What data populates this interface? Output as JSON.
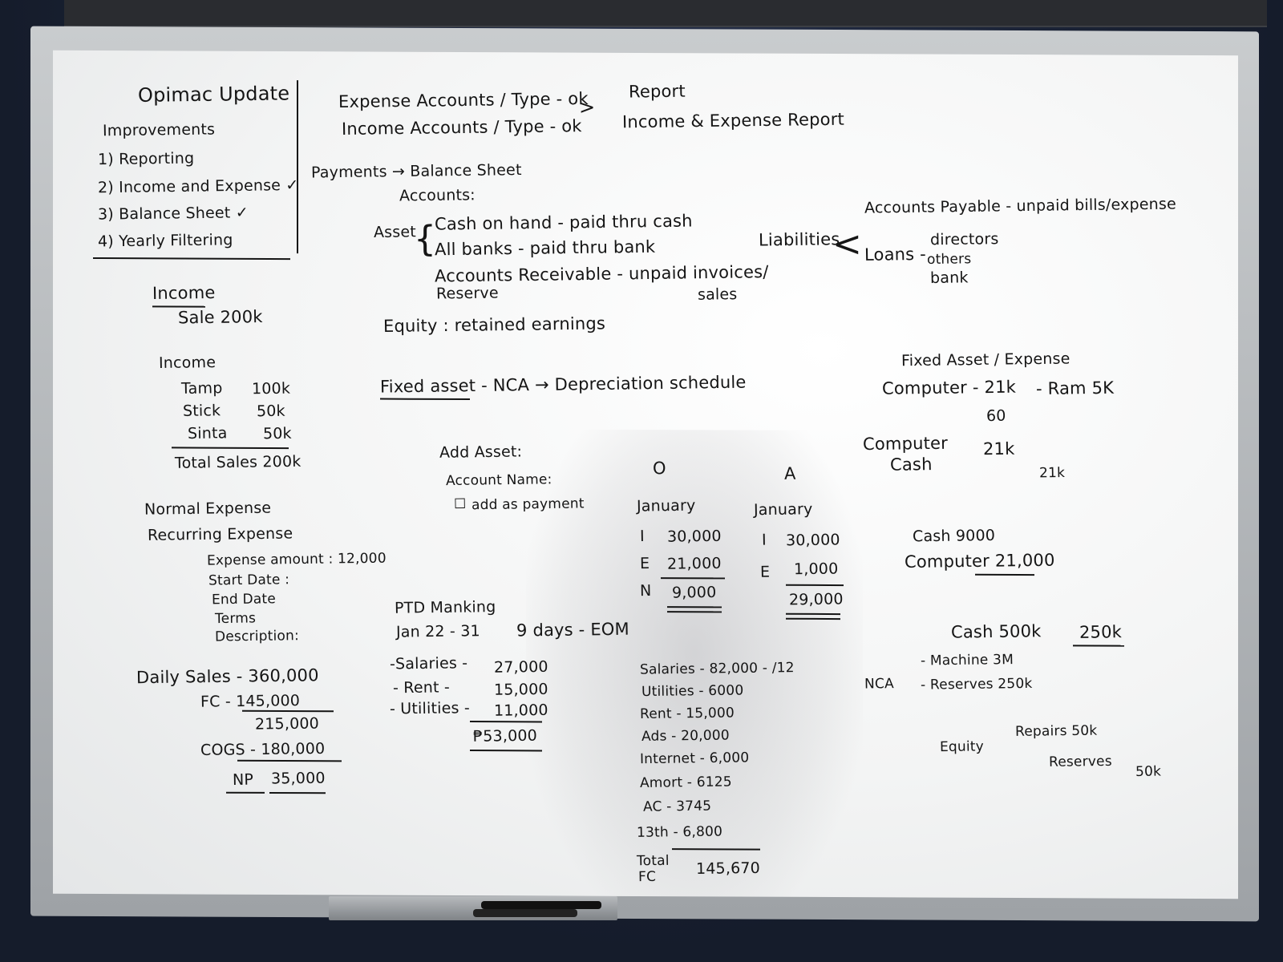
{
  "board": {
    "header": {
      "title": "Opimac Update",
      "improvements": "Improvements",
      "items": [
        "1) Reporting",
        "2) Income and Expense ✓",
        "3) Balance Sheet ✓",
        "4) Yearly Filtering"
      ]
    },
    "top": {
      "expense_accounts": "Expense Accounts / Type - ok",
      "income_accounts": "Income Accounts / Type - ok",
      "report": "Report",
      "report_name": "Income & Expense Report"
    },
    "payments": {
      "line1": "Payments → Balance Sheet",
      "line2": "Accounts:",
      "asset": "Asset",
      "asset_items": [
        "Cash on hand - paid thru cash",
        "All banks - paid thru bank",
        "Accounts Receivable - unpaid invoices/",
        "Reserve"
      ],
      "sales": "sales",
      "equity": "Equity : retained earnings"
    },
    "liabilities": {
      "label": "Liabilities",
      "ap": "Accounts Payable - unpaid bills/expense",
      "loans": "Loans -",
      "loan_items": [
        "directors",
        "others",
        "bank"
      ]
    },
    "income1": {
      "title": "Income",
      "line": "Sale   200k"
    },
    "income2": {
      "title": "Income",
      "rows": [
        [
          "Tamp",
          "100k"
        ],
        [
          "Stick",
          "50k"
        ],
        [
          "Sinta",
          "50k"
        ]
      ],
      "total": "Total Sales   200k"
    },
    "fixed_asset": {
      "line": "Fixed asset - NCA → Depreciation schedule",
      "add_asset": "Add Asset:",
      "account_name": "Account Name:",
      "checkbox": "add as payment"
    },
    "right_fixed": {
      "header": "Fixed Asset  /  Expense",
      "computer": "Computer - 21k",
      "ram": "- Ram  5K",
      "sixty": "60",
      "computer2": "Computer",
      "cash2": "Cash",
      "v21k": "21k",
      "v21k2": "21k"
    },
    "columns": {
      "o": "O",
      "a": "A",
      "left": {
        "month": "January",
        "rows": [
          [
            "I",
            "30,000"
          ],
          [
            "E",
            "21,000"
          ],
          [
            "N",
            "9,000"
          ]
        ]
      },
      "right": {
        "month": "January",
        "rows": [
          [
            "I",
            "30,000"
          ],
          [
            "E",
            "1,000"
          ],
          [
            "",
            "29,000"
          ]
        ]
      }
    },
    "cash_computer": {
      "cash": "Cash   9000",
      "computer": "Computer  21,000"
    },
    "expenses": {
      "normal": "Normal Expense",
      "recurring": "Recurring Expense",
      "fields": [
        "Expense amount : 12,000",
        "Start Date :",
        "End Date",
        "Terms",
        "Description:"
      ]
    },
    "ptd": {
      "title": "PTD Manking",
      "range": "Jan 22 - 31",
      "days": "9 days - EOM",
      "rows": [
        [
          "-Salaries -",
          "27,000"
        ],
        [
          "- Rent -",
          "15,000"
        ],
        [
          "- Utilities -",
          "11,000"
        ]
      ],
      "total": "₱53,000"
    },
    "daily": {
      "sales": "Daily Sales - 360,000",
      "fc": "FC - 145,000",
      "sub": "215,000",
      "cogs": "COGS - 180,000",
      "np_label": "NP",
      "np": "35,000"
    },
    "salaries": {
      "rows": [
        "Salaries - 82,000 - /12",
        "Utilities - 6000",
        "Rent - 15,000",
        "Ads - 20,000",
        "Internet - 6,000",
        "Amort - 6125",
        "AC - 3745",
        "13th - 6,800"
      ],
      "total_label1": "Total",
      "total_label2": "FC",
      "total": "145,670"
    },
    "nca": {
      "cash": "Cash  500k",
      "v250k": "250k",
      "machine": "- Machine  3M",
      "nca": "NCA",
      "reserves": "- Reserves  250k",
      "repairs": "Repairs 50k",
      "equity": "Equity",
      "reserves2": "Reserves",
      "v50k": "50k"
    }
  }
}
